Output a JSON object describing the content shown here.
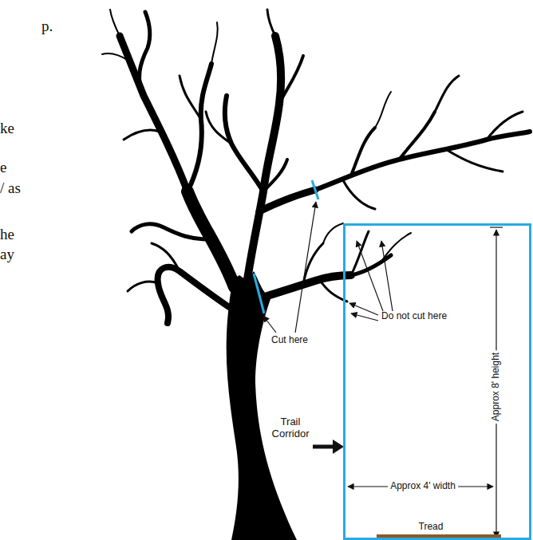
{
  "diagram": {
    "nodes": [
      {
        "text": [
          "Approx 4' width",
          "Approx 8' height",
          "Tread"
        ]
      }
    ],
    "labels": [
      "p.",
      "ke",
      "e",
      "/ as",
      "he",
      "ay",
      "Cut here",
      "Do not cut here",
      "Trail Corridor"
    ]
  }
}
